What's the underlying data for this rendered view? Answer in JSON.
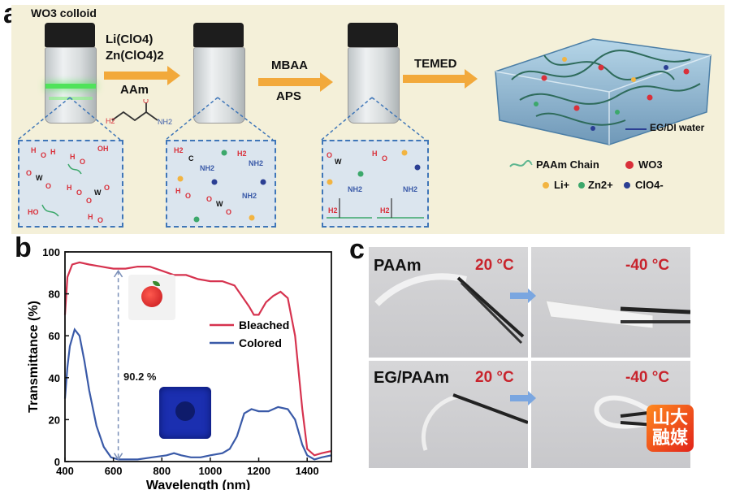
{
  "panels": {
    "a": "a",
    "b": "b",
    "c": "c"
  },
  "panel_a": {
    "vial1_label": "WO3 colloid",
    "step1_lines": [
      "Li(ClO4)",
      "Zn(ClO4)2",
      "AAm"
    ],
    "step2_lines": [
      "MBAA",
      "APS"
    ],
    "step3_lines": [
      "TEMED"
    ],
    "gel_label": "EG/DI water",
    "legend": {
      "chain": "PAAm Chain",
      "wo3": "WO3",
      "li": "Li+",
      "zn": "Zn2+",
      "clo4": "ClO4-"
    },
    "colors": {
      "chain": "#5bb58f",
      "wo3": "#d9303a",
      "li": "#f2b441",
      "zn": "#3ca86b",
      "clo4": "#2b3f93",
      "arrow": "#f2a93b"
    }
  },
  "panel_b": {
    "annotation": "90.2 %"
  },
  "chart_data": {
    "type": "line",
    "xlabel": "Wavelength (nm)",
    "ylabel": "Transmittance (%)",
    "xlim": [
      400,
      1500
    ],
    "ylim": [
      0,
      100
    ],
    "xticks": [
      400,
      600,
      800,
      1000,
      1200,
      1400
    ],
    "yticks": [
      0,
      20,
      40,
      60,
      80,
      100
    ],
    "legend_position": "right",
    "series": [
      {
        "name": "Bleached",
        "color": "#d6334f",
        "x": [
          400,
          410,
          430,
          460,
          500,
          550,
          600,
          650,
          700,
          750,
          800,
          850,
          900,
          950,
          1000,
          1050,
          1100,
          1130,
          1160,
          1180,
          1200,
          1230,
          1260,
          1290,
          1320,
          1350,
          1380,
          1400,
          1430,
          1460,
          1500
        ],
        "y": [
          70,
          88,
          94,
          95,
          94,
          93,
          92,
          92,
          93,
          93,
          91,
          89,
          89,
          87,
          86,
          86,
          84,
          79,
          74,
          70,
          70,
          76,
          79,
          81,
          78,
          60,
          25,
          6,
          3,
          4,
          5
        ]
      },
      {
        "name": "Colored",
        "color": "#3a5aa8",
        "x": [
          400,
          410,
          420,
          440,
          460,
          480,
          500,
          530,
          560,
          590,
          620,
          660,
          700,
          760,
          820,
          850,
          880,
          920,
          960,
          1000,
          1050,
          1080,
          1110,
          1140,
          1170,
          1200,
          1240,
          1280,
          1320,
          1350,
          1380,
          1400,
          1430,
          1460,
          1500
        ],
        "y": [
          30,
          45,
          55,
          63,
          60,
          48,
          34,
          17,
          7,
          2,
          1,
          1,
          1,
          2,
          3,
          4,
          3,
          2,
          2,
          3,
          4,
          6,
          12,
          23,
          25,
          24,
          24,
          26,
          25,
          20,
          8,
          3,
          1,
          2,
          3
        ]
      }
    ]
  },
  "panel_c": {
    "top_label": "PAAm",
    "bottom_label": "EG/PAAm",
    "temp_warm": "20 °C",
    "temp_cold": "-40 °C",
    "watermark": "山大融媒"
  }
}
